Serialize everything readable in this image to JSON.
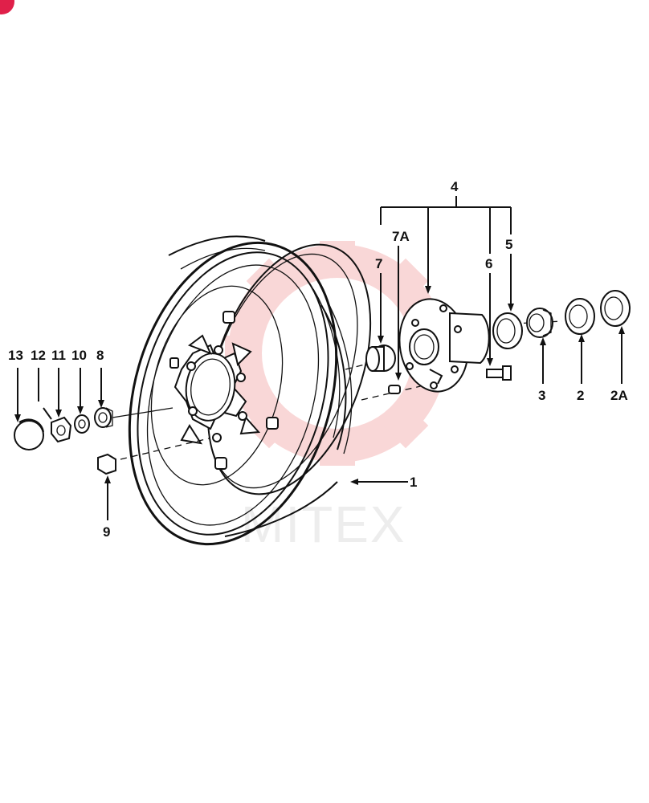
{
  "watermark": {
    "text": "MITEX",
    "color": "#f5b8b8"
  },
  "corner_badge": {
    "color": "#e0204a"
  },
  "callouts": [
    {
      "id": "13",
      "label": "13"
    },
    {
      "id": "12",
      "label": "12"
    },
    {
      "id": "11",
      "label": "11"
    },
    {
      "id": "10",
      "label": "10"
    },
    {
      "id": "8",
      "label": "8"
    },
    {
      "id": "9",
      "label": "9"
    },
    {
      "id": "1",
      "label": "1"
    },
    {
      "id": "4",
      "label": "4"
    },
    {
      "id": "7A",
      "label": "7A"
    },
    {
      "id": "7",
      "label": "7"
    },
    {
      "id": "6",
      "label": "6"
    },
    {
      "id": "5",
      "label": "5"
    },
    {
      "id": "3",
      "label": "3"
    },
    {
      "id": "2",
      "label": "2"
    },
    {
      "id": "2A",
      "label": "2A"
    }
  ]
}
